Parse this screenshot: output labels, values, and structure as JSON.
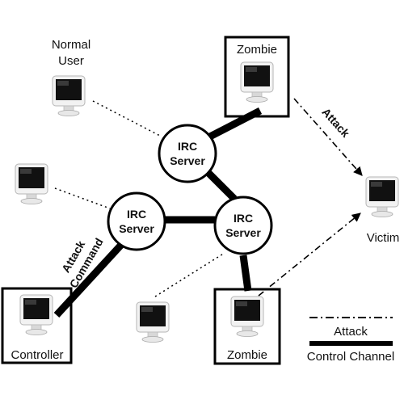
{
  "nodes": {
    "normal_user": {
      "label_line1": "Normal",
      "label_line2": "User"
    },
    "zombie_top": {
      "label": "Zombie"
    },
    "zombie_bottom": {
      "label": "Zombie"
    },
    "controller": {
      "label": "Controller"
    },
    "victim": {
      "label": "Victim"
    },
    "irc_top": {
      "line1": "IRC",
      "line2": "Server"
    },
    "irc_left": {
      "line1": "IRC",
      "line2": "Server"
    },
    "irc_right": {
      "line1": "IRC",
      "line2": "Server"
    }
  },
  "edge_labels": {
    "attack": "Attack",
    "attack_command_line1": "Attack",
    "attack_command_line2": "Command"
  },
  "legend": {
    "attack": "Attack",
    "control_channel": "Control Channel"
  }
}
